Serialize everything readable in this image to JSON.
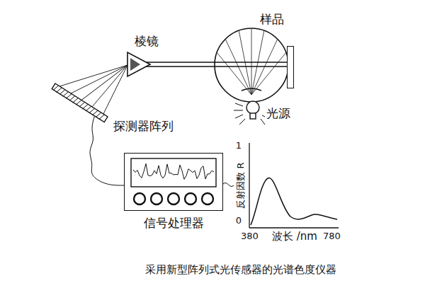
{
  "diagram": {
    "caption": "采用新型阵列式光传感器的光谱色度仪器",
    "nodes": [
      {
        "text": [
          "样品"
        ]
      },
      {
        "text": [
          "棱镜"
        ]
      },
      {
        "text": [
          "探测器阵列"
        ]
      },
      {
        "text": [
          "信号处理器"
        ]
      },
      {
        "text": [
          "光源"
        ]
      }
    ],
    "edges": [
      {
        "from": 0,
        "to": 1,
        "arrow": "none"
      },
      {
        "from": 1,
        "to": 2,
        "arrow": "none"
      },
      {
        "from": 2,
        "to": 3,
        "arrow": "none"
      }
    ],
    "labels": [
      "1",
      "0",
      "反射因数 R",
      "380",
      "780",
      "波长 /nm"
    ]
  }
}
